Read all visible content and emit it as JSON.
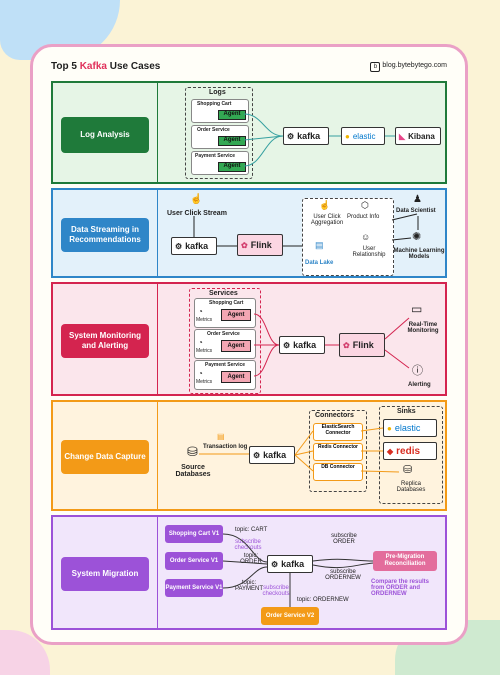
{
  "header": {
    "title_prefix": "Top 5 ",
    "title_accent": "Kafka",
    "title_suffix": " Use Cases",
    "blog": "blog.bytebytego.com"
  },
  "rows": {
    "log": {
      "label": "Log Analysis",
      "group": "Logs",
      "services": [
        "Shopping Cart",
        "Order Service",
        "Payment Service"
      ],
      "agent": "Agent",
      "kafka": "kafka",
      "elastic": "elastic",
      "kibana": "Kibana"
    },
    "stream": {
      "label": "Data Streaming in Recommendations",
      "source": "User Click Stream",
      "kafka": "kafka",
      "flink": "Flink",
      "items": [
        "User Click Aggregation",
        "Product Info",
        "User Relationship"
      ],
      "lake": "Data Lake",
      "scientist": "Data Scientist",
      "ml": "Machine Learning Models"
    },
    "monitor": {
      "label": "System Monitoring and Alerting",
      "group": "Services",
      "services": [
        "Shopping Cart",
        "Order Service",
        "Payment Service"
      ],
      "metrics": "Metrics",
      "agent": "Agent",
      "kafka": "kafka",
      "flink": "Flink",
      "rt": "Real-Time Monitoring",
      "alerting": "Alerting"
    },
    "cdc": {
      "label": "Change Data Capture",
      "source": "Source Databases",
      "txlog": "Transaction log",
      "kafka": "kafka",
      "connectors_title": "Connectors",
      "connectors": [
        "ElasticSearch Connector",
        "Redis Connector",
        "DB Connector"
      ],
      "sinks_title": "Sinks",
      "elastic": "elastic",
      "redis": "redis",
      "replica": "Replica Databases"
    },
    "migration": {
      "label": "System Migration",
      "v1": [
        "Shopping Cart V1",
        "Order Service V1",
        "Payment Service V1"
      ],
      "topics": [
        "topic: CART",
        "topic: ORDER",
        "topic: PAYMENT",
        "topic: ORDERNEW"
      ],
      "subscribe_checkouts": "subscribe checkouts",
      "subscribe_checkouts2": "subscribe checkouts",
      "subscribe_order": "subscribe ORDER",
      "subscribe_ordernew": "subscribe ORDERNEW",
      "kafka": "kafka",
      "v2": "Order Service V2",
      "recon": "Pre-Migration Reconciliation",
      "compare": "Compare the results from ORDER and ORDERNEW"
    }
  },
  "colors": {
    "log": "#1f7a3a",
    "log_bg": "#e6f5e6",
    "stream": "#2f86c8",
    "stream_bg": "#e3f1fa",
    "monitor": "#d4244f",
    "monitor_bg": "#fbe6ec",
    "cdc": "#f39a17",
    "cdc_bg": "#fff3de",
    "migration": "#9c52d8",
    "migration_bg": "#f1e6fb"
  }
}
